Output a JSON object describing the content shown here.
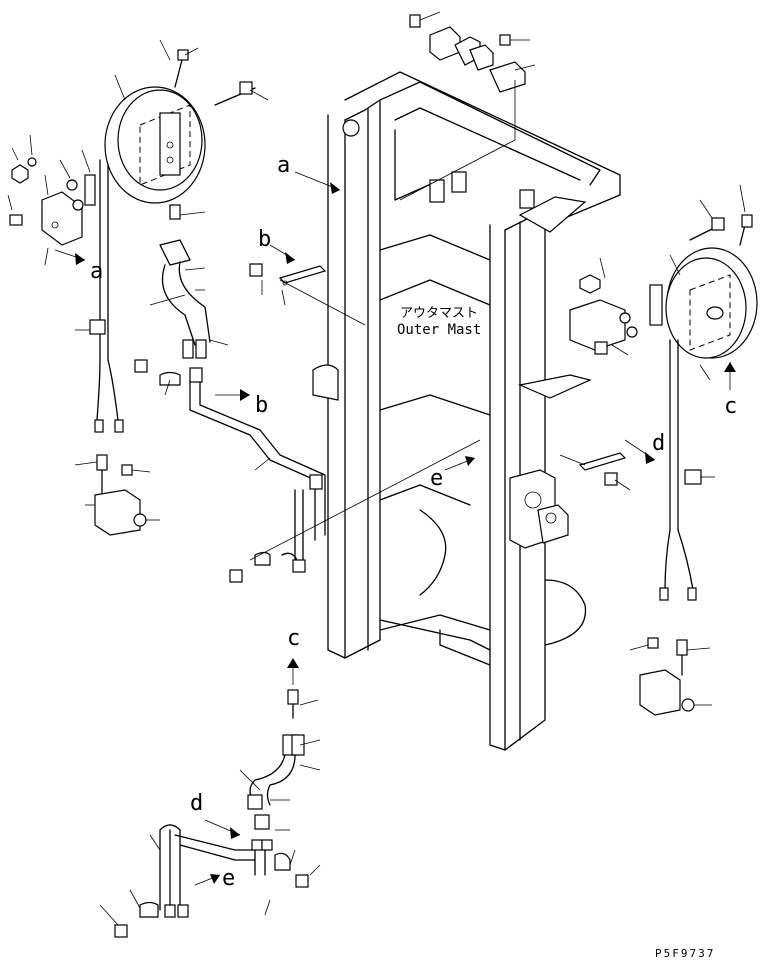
{
  "outer_mast": {
    "label_jp": "アウタマスト",
    "label_en": "Outer Mast"
  },
  "callouts": {
    "a_top": "a",
    "a_left": "a",
    "b_mid": "b",
    "b_left": "b",
    "c_right": "c",
    "c_bottom": "c",
    "d_right": "d",
    "d_bottom": "d",
    "e_mid": "e",
    "e_bottom": "e"
  },
  "drawing_code": "P5F9737"
}
